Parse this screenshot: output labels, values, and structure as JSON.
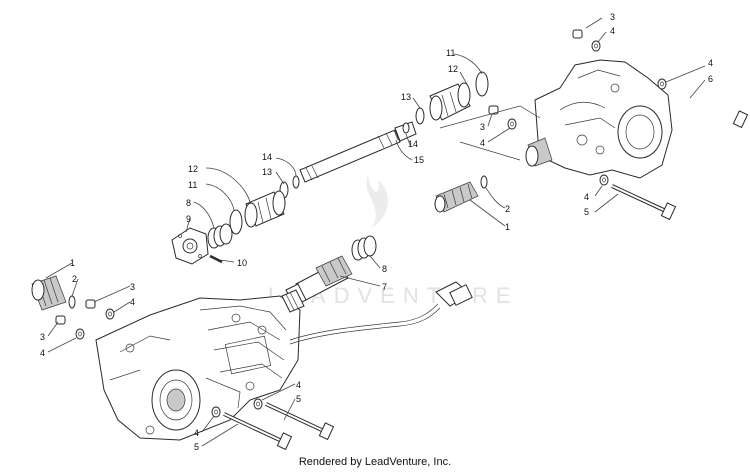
{
  "footer_text": "Rendered by LeadVenture, Inc.",
  "watermark_text": "LEADVENTURE",
  "callouts": [
    {
      "id": "c3-top",
      "label": "3"
    },
    {
      "id": "c4-top",
      "label": "4"
    },
    {
      "id": "c11-top",
      "label": "11"
    },
    {
      "id": "c12-top",
      "label": "12"
    },
    {
      "id": "c4-right",
      "label": "4"
    },
    {
      "id": "c6",
      "label": "6"
    },
    {
      "id": "c13-top",
      "label": "13"
    },
    {
      "id": "c3-mid",
      "label": "3"
    },
    {
      "id": "c4-mid",
      "label": "4"
    },
    {
      "id": "c14-right",
      "label": "14"
    },
    {
      "id": "c15",
      "label": "15"
    },
    {
      "id": "c14-left",
      "label": "14"
    },
    {
      "id": "c13-left",
      "label": "13"
    },
    {
      "id": "c12-left",
      "label": "12"
    },
    {
      "id": "c11-left",
      "label": "11"
    },
    {
      "id": "c8-left",
      "label": "8"
    },
    {
      "id": "c9",
      "label": "9"
    },
    {
      "id": "c10",
      "label": "10"
    },
    {
      "id": "c2-right",
      "label": "2"
    },
    {
      "id": "c1-right",
      "label": "1"
    },
    {
      "id": "c4-right2",
      "label": "4"
    },
    {
      "id": "c5-right",
      "label": "5"
    },
    {
      "id": "c8-mid",
      "label": "8"
    },
    {
      "id": "c7",
      "label": "7"
    },
    {
      "id": "c1-left",
      "label": "1"
    },
    {
      "id": "c2-left",
      "label": "2"
    },
    {
      "id": "c3-left",
      "label": "3"
    },
    {
      "id": "c4-left",
      "label": "4"
    },
    {
      "id": "c3-left2",
      "label": "3"
    },
    {
      "id": "c4-left2",
      "label": "4"
    },
    {
      "id": "c4-bottom",
      "label": "4"
    },
    {
      "id": "c5-bottom",
      "label": "5"
    },
    {
      "id": "c4-bottom2",
      "label": "4"
    },
    {
      "id": "c5-bottom2",
      "label": "5"
    }
  ]
}
